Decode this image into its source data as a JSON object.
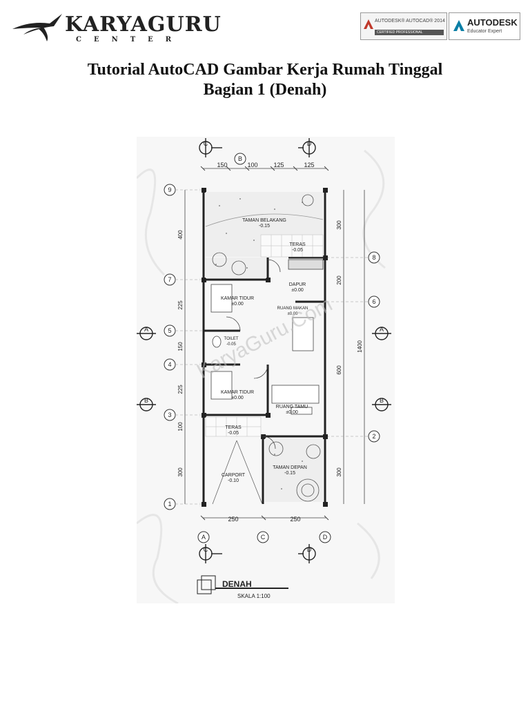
{
  "header": {
    "logo": {
      "name": "KARYAGURU",
      "sub": "CENTER"
    },
    "badge_autocad": {
      "line1": "AUTODESK® AUTOCAD® 2014",
      "line2": "CERTIFIED PROFESSIONAL"
    },
    "badge_autodesk": {
      "line1": "AUTODESK",
      "line2": "Educator Expert"
    }
  },
  "title": {
    "line1": "Tutorial AutoCAD Gambar Kerja Rumah Tinggal",
    "line2": "Bagian 1 (Denah)"
  },
  "plan": {
    "top_dims": [
      "150",
      "100",
      "125",
      "125"
    ],
    "bottom_dims": [
      "250",
      "250"
    ],
    "left_dims": [
      "400",
      "225",
      "150",
      "225",
      "100",
      "300"
    ],
    "right_dims": [
      "300",
      "200",
      "1400",
      "600",
      "300"
    ],
    "grid_rows": [
      "9",
      "7",
      "5",
      "4",
      "3",
      "1"
    ],
    "grid_right": [
      "8",
      "6",
      "2"
    ],
    "grid_cols": [
      "A",
      "B",
      "C",
      "D"
    ],
    "section_marks": [
      "A",
      "B",
      "C",
      "D"
    ],
    "rooms": {
      "taman_belakang": {
        "name": "TAMAN BELAKANG",
        "level": "-0.15"
      },
      "teras_belakang": {
        "name": "TERAS",
        "level": "-0.05"
      },
      "dapur": {
        "name": "DAPUR",
        "level": "±0.00"
      },
      "kamar_tidur_1": {
        "name": "KAMAR TIDUR",
        "level": "±0.00"
      },
      "ruang_makan": {
        "name": "RUANG MAKAN",
        "level": "±0.00"
      },
      "toilet": {
        "name": "TOILET",
        "level": "-0.05"
      },
      "kamar_tidur_2": {
        "name": "KAMAR TIDUR",
        "level": "±0.00"
      },
      "ruang_tamu": {
        "name": "RUANG TAMU",
        "level": "±0.00"
      },
      "teras_depan": {
        "name": "TERAS",
        "level": "-0.05"
      },
      "carport": {
        "name": "CARPORT",
        "level": "-0.10"
      },
      "taman_depan": {
        "name": "TAMAN DEPAN",
        "level": "-0.15"
      }
    },
    "watermark": "KaryaGuru.Com",
    "caption": {
      "title": "DENAH",
      "scale": "SKALA 1:100"
    }
  }
}
